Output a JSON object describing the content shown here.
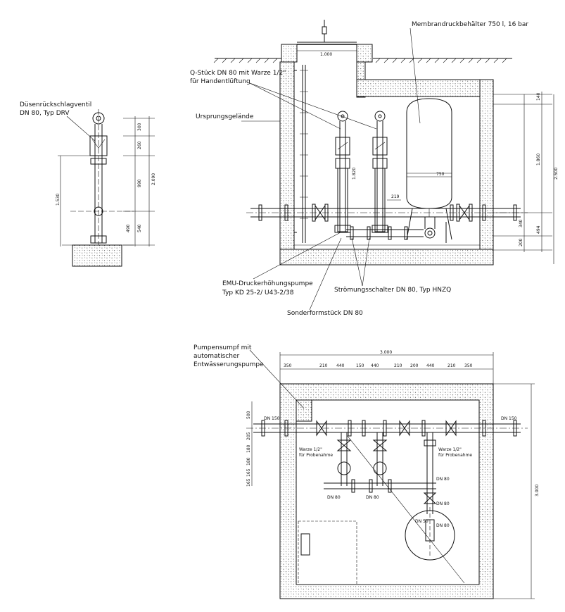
{
  "labels": {
    "tank": "Membrandruckbehälter 750 l, 16 bar",
    "q_piece_1": "Q-Stück DN 80 mit Warze 1/2\"",
    "q_piece_2": "für Handentlüftung",
    "check_valve_1": "Düsenrückschlagventil",
    "check_valve_2": "DN 80, Typ DRV",
    "ground": "Ursprungsgelände",
    "pump_1": "EMU-Druckerhöhungspumpe",
    "pump_2": "Typ KD 25-2/ U43-2/38",
    "flow_switch": "Strömungsschalter DN 80, Typ HNZQ",
    "special_fitting": "Sonderformstück DN 80",
    "sump_1": "Pumpensumpf mit",
    "sump_2": "automatischer",
    "sump_3": "Entwässerungspumpe",
    "dn150_left": "DN 150",
    "dn150_right": "DN 150",
    "nipple_left_1": "Warze 1/2\"",
    "nipple_left_2": "für Probenahme",
    "nipple_right_1": "Warze 1/2\"",
    "nipple_right_2": "für Probenahme",
    "dn80_a": "DN 80",
    "dn80_b": "DN 80",
    "dn80_c": "DN 80",
    "dn80_d": "DN 80",
    "dn80_e": "DN 80",
    "dn50": "DN 50"
  },
  "dims": {
    "opening_1000": "1.000",
    "tank_750": "750",
    "d219": "219",
    "d300": "300",
    "d260": "260",
    "d990": "990",
    "d2090": "2.090",
    "d1530": "1.530",
    "d490": "490",
    "d540": "540",
    "d140": "140",
    "d1860": "1.860",
    "d2500": "2.500",
    "d340": "340",
    "d494": "494",
    "d200": "200",
    "pump_h": "1.820",
    "top_3000": "3.000",
    "t350a": "350",
    "t210a": "210",
    "t440a": "440",
    "t150": "150",
    "t440b": "440",
    "t210b": "210",
    "t200": "200",
    "t440c": "440",
    "t210c": "210",
    "t350b": "350",
    "l500": "500",
    "l205": "205",
    "l180a": "180",
    "l180b": "180",
    "l165a": "165",
    "l165b": "165",
    "r3000": "3.000"
  }
}
